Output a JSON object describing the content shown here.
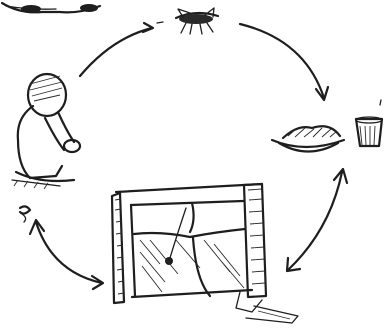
{
  "diagram": {
    "nodes": [
      {
        "id": "car",
        "icon": "car-icon"
      },
      {
        "id": "fly",
        "icon": "fly-icon"
      },
      {
        "id": "food",
        "icon": "food-plate-and-cup-icon"
      },
      {
        "id": "well",
        "icon": "water-well-icon"
      },
      {
        "id": "person",
        "icon": "squatting-person-icon"
      },
      {
        "id": "feces",
        "icon": "feces-icon"
      }
    ],
    "edges": [
      {
        "from": "person",
        "to": "fly",
        "style": "arrow"
      },
      {
        "from": "fly",
        "to": "food",
        "style": "arrow"
      },
      {
        "from": "food",
        "to": "well",
        "style": "double-arrow"
      },
      {
        "from": "well",
        "to": "person",
        "style": "double-arrow"
      }
    ],
    "colors": {
      "ink": "#1e1e1e",
      "background": "#ffffff"
    }
  }
}
